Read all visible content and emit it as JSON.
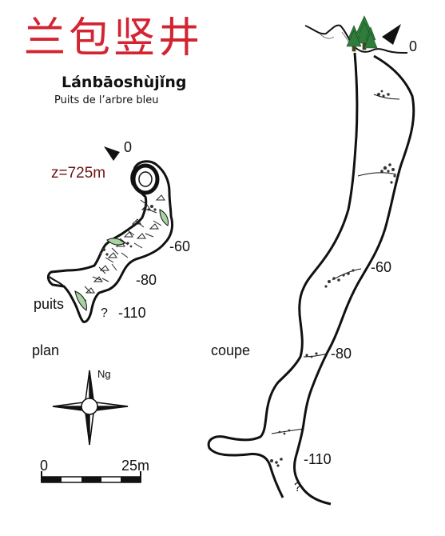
{
  "title": {
    "chinese": "兰包竖井",
    "pinyin": "Lánbāoshùjǐng",
    "french": "Puits de l’arbre bleu"
  },
  "plan": {
    "label": "plan",
    "entrance_depth": "0",
    "altitude": "z=725m",
    "depth_labels": [
      "-60",
      "-80",
      "-110"
    ],
    "unknown_mark": "?",
    "shaft_label": "puits",
    "north_label": "Ng"
  },
  "section": {
    "label": "coupe",
    "entrance_depth": "0",
    "depth_labels": [
      "-60",
      "-80",
      "-110"
    ],
    "unknown_mark": "?"
  },
  "scale_bar": {
    "start": "0",
    "end": "25m"
  },
  "colors": {
    "title_red": "#d32431",
    "altitude_text": "#6b1414",
    "sediment_green": "#a9d3a0",
    "tree_green": "#2e7d3a"
  }
}
